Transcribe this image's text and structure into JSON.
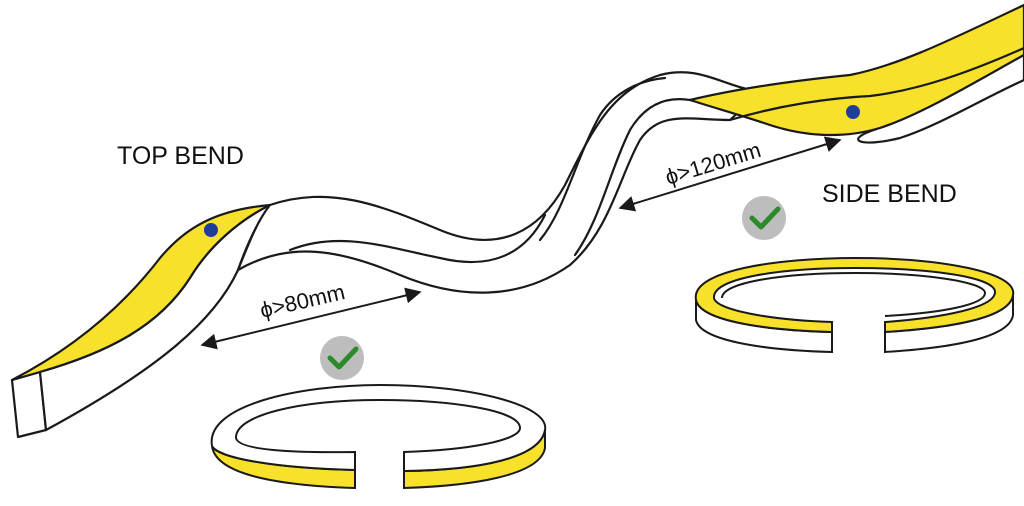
{
  "labels": {
    "top_bend": "TOP BEND",
    "side_bend": "SIDE BEND",
    "top_radius": "ϕ>80mm",
    "side_radius": "ϕ>120mm"
  },
  "icons": {
    "top_ok": "checkmark-icon",
    "side_ok": "checkmark-icon"
  },
  "colors": {
    "strip_yellow": "#f7e12a",
    "strip_white": "#ffffff",
    "outline": "#1a1a1a",
    "led_dot": "#1f3e9a",
    "check_badge": "#bdbdbd",
    "check_mark": "#2c8a2c"
  }
}
